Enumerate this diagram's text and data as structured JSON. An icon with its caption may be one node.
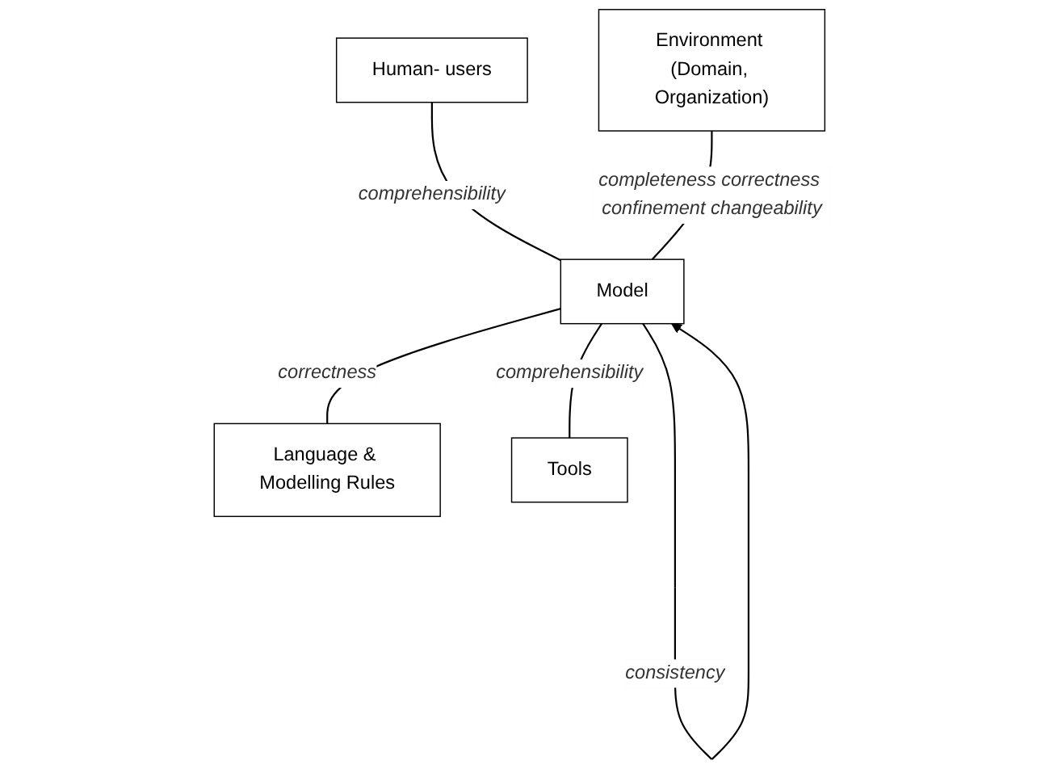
{
  "diagram": {
    "nodes": [
      {
        "text": [
          "Human- users"
        ]
      },
      {
        "text": [
          "Environment (Domain, Organization)"
        ]
      },
      {
        "text": [
          "Model"
        ]
      },
      {
        "text": [
          "Language & Modelling Rules"
        ]
      },
      {
        "text": [
          "Tools"
        ]
      }
    ],
    "edges": [
      {
        "from": 0,
        "to": 2,
        "arrow": "none",
        "label": "comprehensibility"
      },
      {
        "from": 1,
        "to": 2,
        "arrow": "none",
        "label": "completeness correctness confinement changeability"
      },
      {
        "from": 2,
        "to": 2,
        "arrow": "to",
        "label": "consistency"
      },
      {
        "from": 2,
        "to": 3,
        "arrow": "none",
        "label": "correctness"
      },
      {
        "from": 2,
        "to": 4,
        "arrow": "none",
        "label": "comprehensibility"
      }
    ]
  }
}
